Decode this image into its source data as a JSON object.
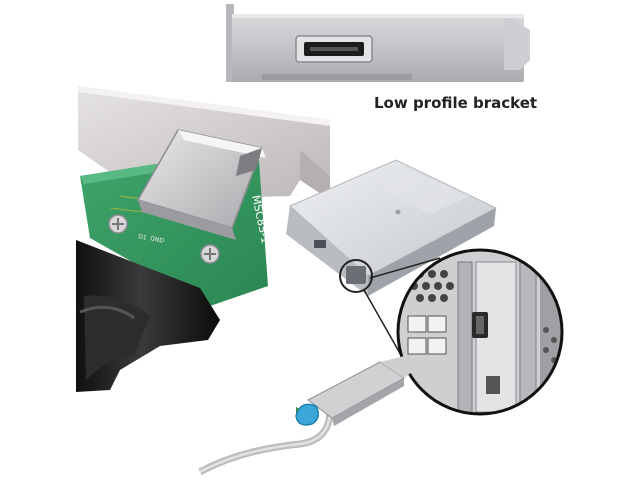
{
  "caption": "Low profile bracket",
  "board_label": "MSC8S-1",
  "pcb_markings": [
    "D1",
    "GND"
  ]
}
